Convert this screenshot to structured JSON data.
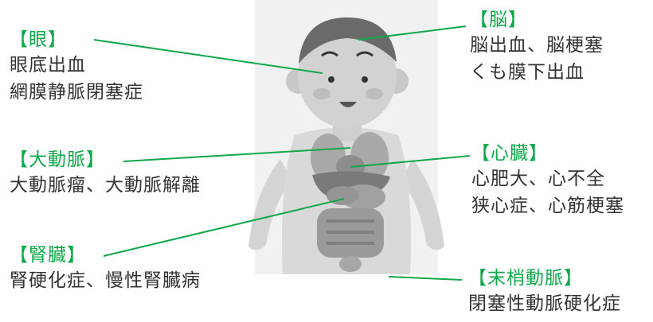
{
  "colors": {
    "accent": "#10a84a",
    "text": "#333333",
    "connector": "#10a84a"
  },
  "illustration": {
    "subject": "child-body-organs-illustration"
  },
  "labels": {
    "eye": {
      "heading": "【眼】",
      "lines": [
        "眼底出血",
        "網膜静脈閉塞症"
      ]
    },
    "brain": {
      "heading": "【脳】",
      "lines": [
        "脳出血、脳梗塞",
        "くも膜下出血"
      ]
    },
    "aorta": {
      "heading": "【大動脈】",
      "lines": [
        "大動脈瘤、大動脈解離"
      ]
    },
    "heart": {
      "heading": "【心臓】",
      "lines": [
        "心肥大、心不全",
        "狭心症、心筋梗塞"
      ]
    },
    "kidney": {
      "heading": "【腎臓】",
      "lines": [
        "腎硬化症、慢性腎臓病"
      ]
    },
    "peripheral_artery": {
      "heading": "【末梢動脈】",
      "lines": [
        "閉塞性動脈硬化症"
      ]
    }
  }
}
